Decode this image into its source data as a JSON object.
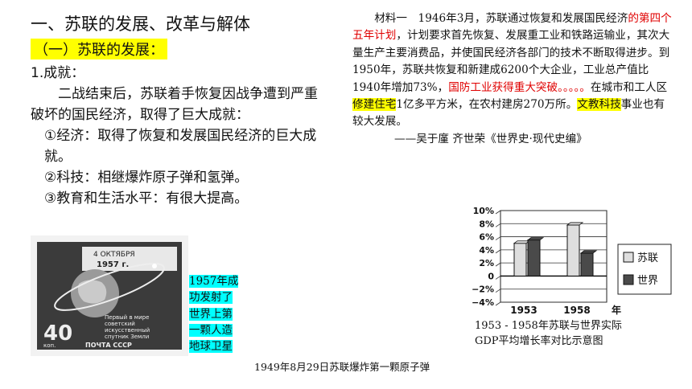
{
  "heading": "一、苏联的发展、改革与解体",
  "subheading": "（一）苏联的发展：",
  "left": {
    "achievements_label": "1.成就：",
    "intro": "二战结束后，苏联着手恢复因战争遭到严重破坏的国民经济，取得了巨大成就：",
    "item1": "①经济：取得了恢复和发展国民经济的巨大成就。",
    "item2": "②科技：相继爆炸原子弹和氢弹。",
    "item3": "③教育和生活水平：有很大提高。"
  },
  "material": {
    "p1_a": "材料一　1946年3月，苏联通过恢复和发展国民经济",
    "p1_red1": "的第四个五年计划",
    "p1_b": "，计划要求首先恢复、发展重工业和铁路运输业，其次大量生产主要消费品，并使国民经济各部门的技术不断取得进步。到1950年，苏联共恢复和新建成6200个大企业，工业总产值比1940年增加73%，",
    "p1_red2": "国防工业获得重大突破。。。。。",
    "p1_c": "在城市和工人区",
    "p1_hl1": "修建住宅",
    "p1_d": "1亿多平方米，在农村建房270万所。",
    "p1_hl2": "文教科技",
    "p1_e": "事业也有较大发展。",
    "source": "——吴于廑 齐世荣《世界史·现代史编》"
  },
  "stamp": {
    "date_line1": "4 ОКТЯБРЯ",
    "date_line2": "1957 г.",
    "value": "40",
    "currency": "коп.",
    "country": "ПОЧТА СССР",
    "text1": "Первый в мире",
    "text2": "советский",
    "text3": "искусственный",
    "text4": "спутник Земли"
  },
  "stamp_caption": [
    "1957年成",
    "功发射了",
    "世界上第",
    "一颗人造",
    "地球卫星"
  ],
  "bottom_caption": "1949年8月29日苏联爆炸第一颗原子弹",
  "chart_caption_line1": "1953 - 1958年苏联与世界实际",
  "chart_caption_line2": "GDP平均增长率对比示意图",
  "chart_data": {
    "type": "bar",
    "categories": [
      "1953",
      "1958"
    ],
    "series": [
      {
        "name": "苏联",
        "values": [
          5,
          7.8
        ]
      },
      {
        "name": "世界",
        "values": [
          5.5,
          3.5
        ]
      }
    ],
    "y_ticks": [
      "10%",
      "8%",
      "6%",
      "4%",
      "2%",
      "0",
      "−2%",
      "−4%"
    ],
    "y_values": [
      10,
      8,
      6,
      4,
      2,
      0,
      -2,
      -4
    ],
    "ylim": [
      -4,
      10
    ],
    "x_axis_label": "年",
    "colors": {
      "苏联": "#dedede",
      "世界": "#4a4a4a"
    },
    "legend_position": "right"
  }
}
